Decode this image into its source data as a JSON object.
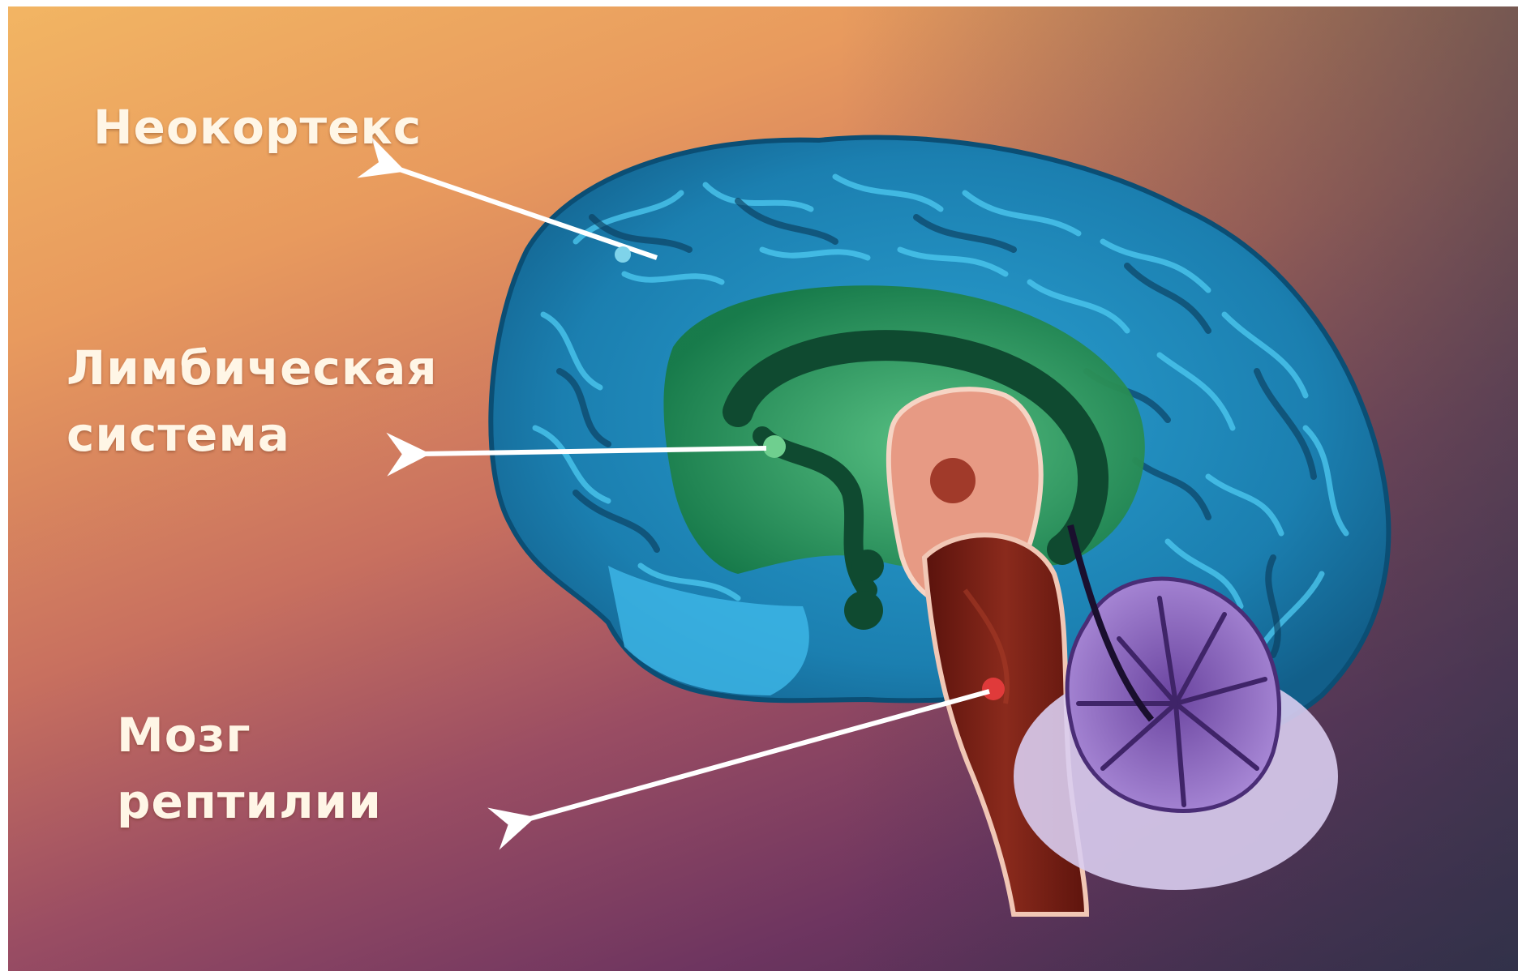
{
  "labels": {
    "neocortex": "Неокортекс",
    "limbic": [
      "Лимбическая",
      "система"
    ],
    "reptilian": [
      "Мозг",
      "рептилии"
    ]
  },
  "colors": {
    "neocortex": "#1f86b8",
    "neocortex_light": "#3fb9ea",
    "limbic": "#1f8a4f",
    "limbic_dark": "#0f4a30",
    "brainstem": "#7a1a12",
    "thalamus": "#e79a84",
    "cerebellum": "#8a63b8",
    "label_text": "#fff6e6",
    "arrow": "#ffffff"
  }
}
